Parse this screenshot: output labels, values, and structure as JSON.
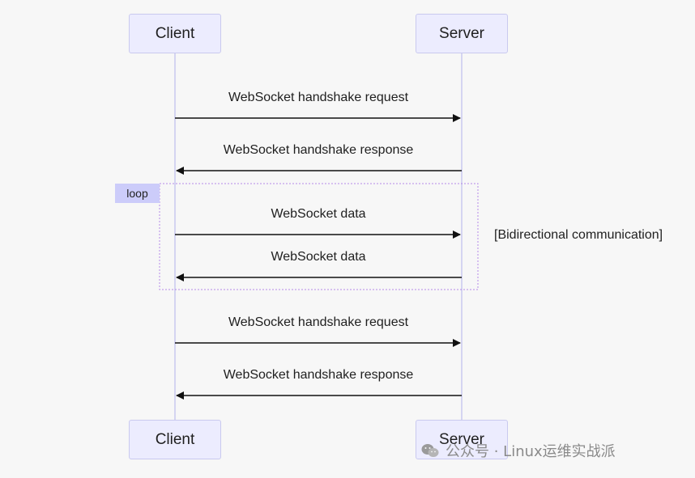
{
  "actors": {
    "client": "Client",
    "server": "Server"
  },
  "messages": [
    {
      "label": "WebSocket handshake request",
      "direction": "client-to-server"
    },
    {
      "label": "WebSocket handshake response",
      "direction": "server-to-client"
    },
    {
      "label": "WebSocket data",
      "direction": "client-to-server"
    },
    {
      "label": "WebSocket data",
      "direction": "server-to-client"
    },
    {
      "label": "WebSocket handshake request",
      "direction": "client-to-server"
    },
    {
      "label": "WebSocket handshake response",
      "direction": "server-to-client"
    }
  ],
  "loop": {
    "label": "loop",
    "condition": "[Bidirectional communication]"
  },
  "watermark": {
    "text": "公众号 · Linux运维实战派",
    "icon": "wechat-icon"
  },
  "colors": {
    "actor_fill": "#ececfe",
    "actor_border": "#c9c9ef",
    "lifeline": "#c9c9ef",
    "loop_border": "#b48ae8",
    "loop_tag": "#ccccfa",
    "arrow": "#111111"
  }
}
